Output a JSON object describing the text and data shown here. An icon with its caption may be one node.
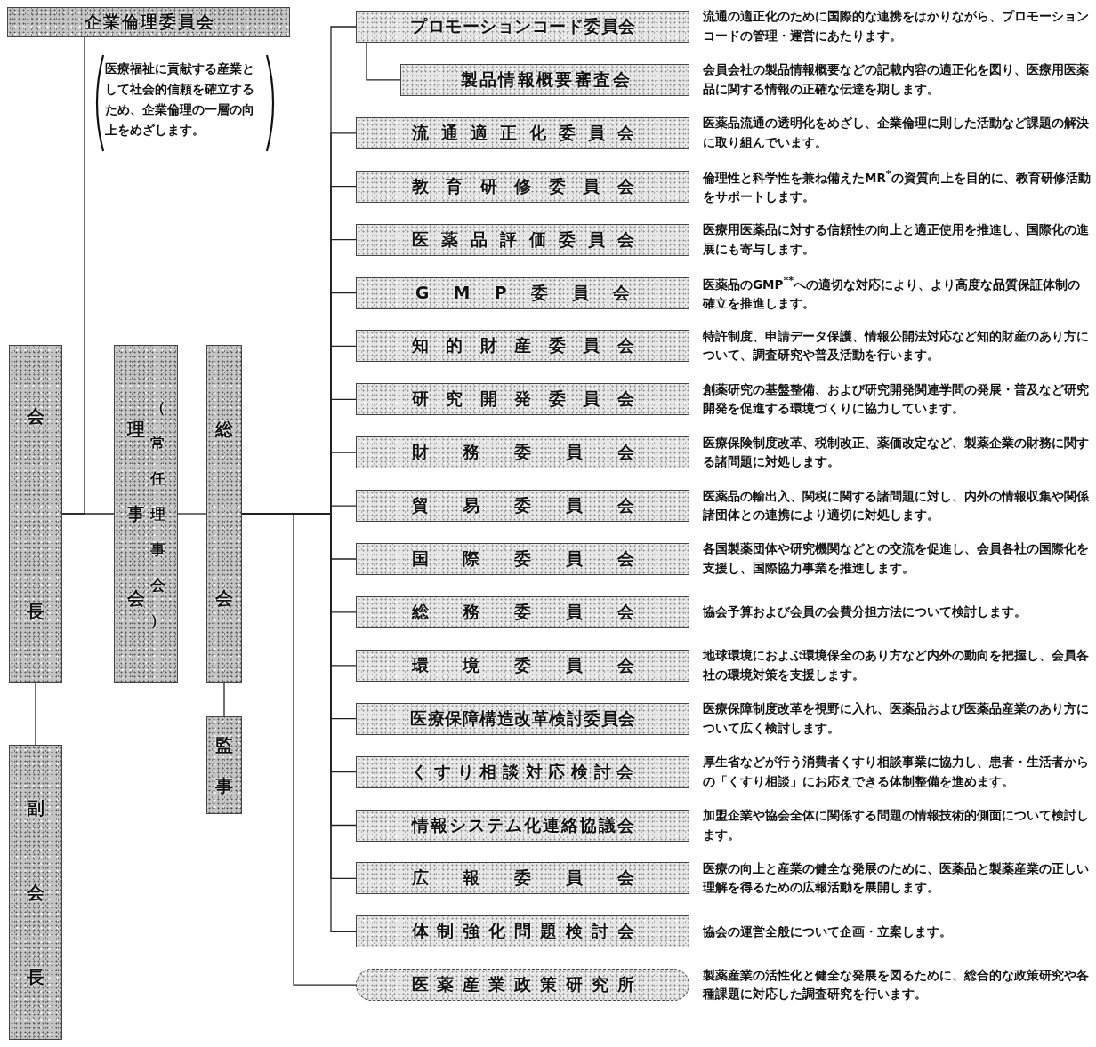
{
  "diagram": {
    "nodes": [
      {
        "text": [
          "企業倫理委員会"
        ],
        "beside": [
          "医療福祉に貢献する産業として社会的信頼を確立するため、企業倫理の一層の向上をめざします。"
        ]
      },
      {
        "text": [
          "会長"
        ]
      },
      {
        "text": [
          "副会長"
        ]
      },
      {
        "text": [
          "理事会",
          "（常任理事会）"
        ]
      },
      {
        "text": [
          "総会"
        ]
      },
      {
        "text": [
          "監事"
        ]
      },
      {
        "text": [
          "プロモーションコード委員会"
        ],
        "beside": [
          "流通の適正化のために国際的な連携をはかりながら、プロモーションコードの管理・運営にあたります。"
        ]
      },
      {
        "text": [
          "製品情報概要審査会"
        ],
        "beside": [
          "会員会社の製品情報概要などの記載内容の適正化を図り、医療用医薬品に関する情報の正確な伝達を期します。"
        ]
      },
      {
        "text": [
          "流通適正化委員会"
        ],
        "beside": [
          "医薬品流通の透明化をめざし、企業倫理に則した活動など課題の解決に取り組んでいます。"
        ]
      },
      {
        "text": [
          "教育研修委員会"
        ],
        "beside": [
          "倫理性と科学性を兼ね備えたMR$^{*}$の資質向上を目的に、教育研修活動をサポートします。"
        ]
      },
      {
        "text": [
          "医薬品評価委員会"
        ],
        "beside": [
          "医療用医薬品に対する信頼性の向上と適正使用を推進し、国際化の進展にも寄与します。"
        ]
      },
      {
        "text": [
          "GMP委員会"
        ],
        "beside": [
          "医薬品のGMP$^{**}$への適切な対応により、より高度な品質保証体制の確立を推進します。"
        ]
      },
      {
        "text": [
          "知的財産委員会"
        ],
        "beside": [
          "特許制度、申請データ保護、情報公開法対応など知的財産のあり方について、調査研究や普及活動を行います。"
        ]
      },
      {
        "text": [
          "研究開発委員会"
        ],
        "beside": [
          "創薬研究の基盤整備、および研究開発関連学問の発展・普及など研究開発を促進する環境づくりに協力しています。"
        ]
      },
      {
        "text": [
          "財務委員会"
        ],
        "beside": [
          "医療保険制度改革、税制改正、薬価改定など、製薬企業の財務に関する諸問題に対処します。"
        ]
      },
      {
        "text": [
          "貿易委員会"
        ],
        "beside": [
          "医薬品の輸出入、関税に関する諸問題に対し、内外の情報収集や関係諸団体との連携により適切に対処します。"
        ]
      },
      {
        "text": [
          "国際委員会"
        ],
        "beside": [
          "各国製薬団体や研究機関などとの交流を促進し、会員各社の国際化を支援し、国際協力事業を推進します。"
        ]
      },
      {
        "text": [
          "総務委員会"
        ],
        "beside": [
          "協会予算および会員の会費分担方法について検討します。"
        ]
      },
      {
        "text": [
          "環境委員会"
        ],
        "beside": [
          "地球環境におよぶ環境保全のあり方など内外の動向を把握し、会員各社の環境対策を支援します。"
        ]
      },
      {
        "text": [
          "医療保障構造改革検討委員会"
        ],
        "beside": [
          "医療保障制度改革を視野に入れ、医薬品および医薬品産業のあり方について広く検討します。"
        ]
      },
      {
        "text": [
          "くすり相談対応検討会"
        ],
        "beside": [
          "厚生省などが行う消費者くすり相談事業に協力し、患者・生活者からの「くすり相談」にお応えできる体制整備を進めます。"
        ]
      },
      {
        "text": [
          "情報システム化連絡協議会"
        ],
        "beside": [
          "加盟企業や協会全体に関係する問題の情報技術的側面について検討します。"
        ]
      },
      {
        "text": [
          "広報委員会"
        ],
        "beside": [
          "医療の向上と産業の健全な発展のために、医薬品と製薬産業の正しい理解を得るための広報活動を展開します。"
        ]
      },
      {
        "text": [
          "体制強化問題検討会"
        ],
        "beside": [
          "協会の運営全般について企画・立案します。"
        ]
      },
      {
        "text": [
          "医薬産業政策研究所"
        ],
        "beside": [
          "製薬産業の活性化と健全な発展を図るために、総合的な政策研究や各種課題に対応した調査研究を行います。"
        ]
      }
    ],
    "edges": [
      {
        "from": 0,
        "to": 1,
        "arrow": "none"
      },
      {
        "from": 1,
        "to": 2,
        "arrow": "none"
      },
      {
        "from": 1,
        "to": 3,
        "arrow": "none"
      },
      {
        "from": 3,
        "to": 4,
        "arrow": "none"
      },
      {
        "from": 4,
        "to": 5,
        "arrow": "none"
      },
      {
        "from": 4,
        "to": 6,
        "arrow": "none"
      },
      {
        "from": 6,
        "to": 7,
        "arrow": "none"
      },
      {
        "from": 4,
        "to": 8,
        "arrow": "none"
      },
      {
        "from": 4,
        "to": 9,
        "arrow": "none"
      },
      {
        "from": 4,
        "to": 10,
        "arrow": "none"
      },
      {
        "from": 4,
        "to": 11,
        "arrow": "none"
      },
      {
        "from": 4,
        "to": 12,
        "arrow": "none"
      },
      {
        "from": 4,
        "to": 13,
        "arrow": "none"
      },
      {
        "from": 4,
        "to": 14,
        "arrow": "none"
      },
      {
        "from": 4,
        "to": 15,
        "arrow": "none"
      },
      {
        "from": 4,
        "to": 16,
        "arrow": "none"
      },
      {
        "from": 4,
        "to": 17,
        "arrow": "none"
      },
      {
        "from": 4,
        "to": 18,
        "arrow": "none"
      },
      {
        "from": 4,
        "to": 19,
        "arrow": "none"
      },
      {
        "from": 4,
        "to": 20,
        "arrow": "none"
      },
      {
        "from": 4,
        "to": 21,
        "arrow": "none"
      },
      {
        "from": 4,
        "to": 22,
        "arrow": "none"
      },
      {
        "from": 4,
        "to": 23,
        "arrow": "none"
      },
      {
        "from": 4,
        "to": 24,
        "arrow": "none"
      }
    ]
  }
}
